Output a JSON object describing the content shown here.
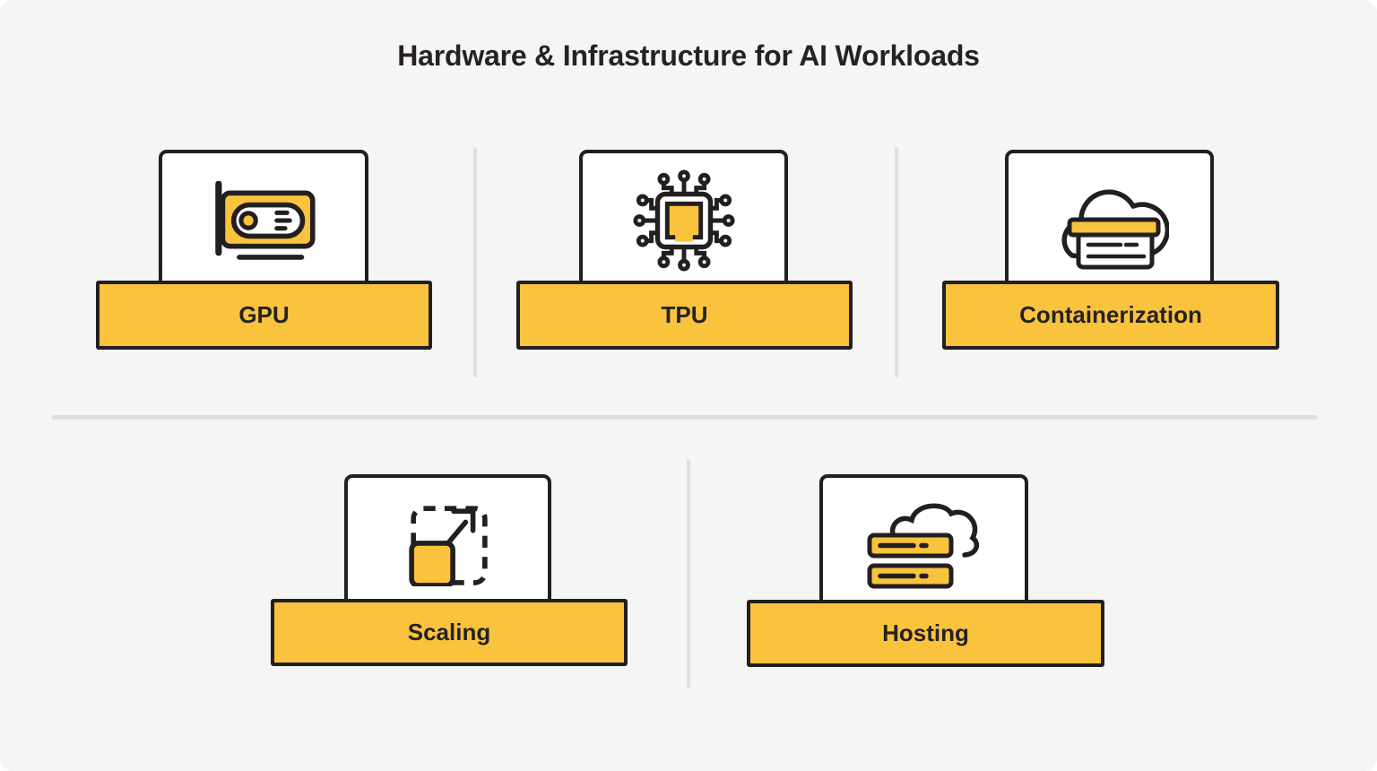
{
  "title": "Hardware & Infrastructure for AI Workloads",
  "colors": {
    "background": "#F5F5F4",
    "accent_yellow": "#FAC33D",
    "outline_dark": "#231F20",
    "divider_gray": "#E0E0DE",
    "card_white": "#FFFFFF",
    "text_dark": "#262223"
  },
  "cards": [
    {
      "id": "gpu",
      "label": "GPU",
      "icon": "gpu-graphics-card-icon"
    },
    {
      "id": "tpu",
      "label": "TPU",
      "icon": "tpu-chip-icon"
    },
    {
      "id": "containerization",
      "label": "Containerization",
      "icon": "cloud-container-icon"
    },
    {
      "id": "scaling",
      "label": "Scaling",
      "icon": "scale-expand-icon"
    },
    {
      "id": "hosting",
      "label": "Hosting",
      "icon": "cloud-server-icon"
    }
  ]
}
